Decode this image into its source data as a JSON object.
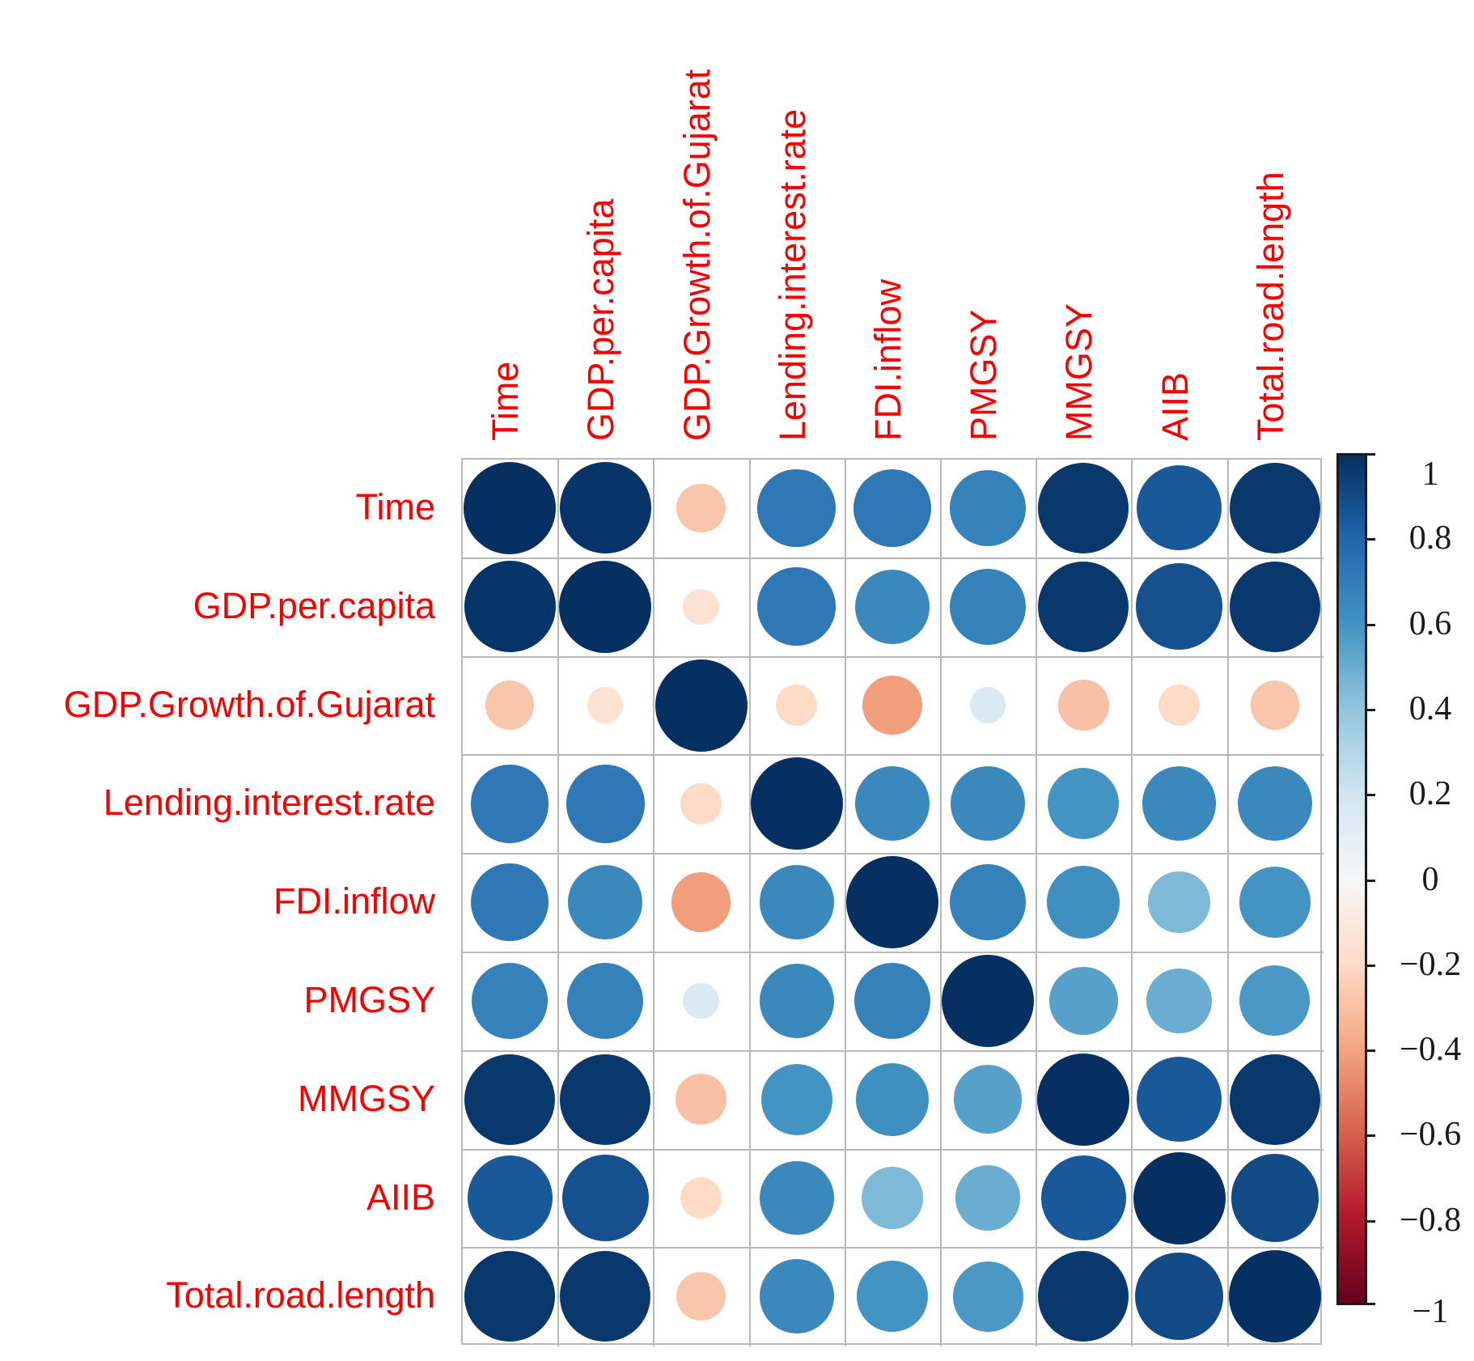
{
  "chart_data": {
    "type": "heatmap",
    "subtype": "correlation-bubble-matrix",
    "title": "",
    "variables": [
      "Time",
      "GDP.per.capita",
      "GDP.Growth.of.Gujarat",
      "Lending.interest.rate",
      "FDI.inflow",
      "PMGSY",
      "MMGSY",
      "AIIB",
      "Total.road.length"
    ],
    "matrix": [
      [
        1.0,
        0.98,
        -0.28,
        0.72,
        0.72,
        0.68,
        0.97,
        0.85,
        0.97
      ],
      [
        0.98,
        1.0,
        -0.15,
        0.72,
        0.65,
        0.68,
        0.97,
        0.88,
        0.97
      ],
      [
        -0.28,
        -0.15,
        1.0,
        -0.2,
        -0.42,
        0.15,
        -0.3,
        -0.2,
        -0.28
      ],
      [
        0.72,
        0.72,
        -0.2,
        1.0,
        0.65,
        0.65,
        0.6,
        0.65,
        0.65
      ],
      [
        0.72,
        0.65,
        -0.42,
        0.65,
        1.0,
        0.68,
        0.62,
        0.45,
        0.6
      ],
      [
        0.68,
        0.68,
        0.15,
        0.65,
        0.68,
        1.0,
        0.55,
        0.5,
        0.58
      ],
      [
        0.97,
        0.97,
        -0.3,
        0.6,
        0.62,
        0.55,
        1.0,
        0.85,
        0.97
      ],
      [
        0.85,
        0.88,
        -0.2,
        0.65,
        0.45,
        0.5,
        0.85,
        1.0,
        0.9
      ],
      [
        0.97,
        0.97,
        -0.28,
        0.65,
        0.6,
        0.58,
        0.97,
        0.9,
        1.0
      ]
    ],
    "colorbar": {
      "position": "right",
      "min": -1,
      "max": 1,
      "tick_values": [
        1,
        0.8,
        0.6,
        0.4,
        0.2,
        0,
        -0.2,
        -0.4,
        -0.6,
        -0.8,
        -1
      ],
      "tick_labels": [
        "1",
        "0.8",
        "0.6",
        "0.4",
        "0.2",
        "0",
        "−0.2",
        "−0.4",
        "−0.6",
        "−0.8",
        "−1"
      ]
    },
    "palette": {
      "name": "RdBu",
      "stops": [
        [
          -1.0,
          "#67001F"
        ],
        [
          -0.8,
          "#B2182B"
        ],
        [
          -0.6,
          "#D6604D"
        ],
        [
          -0.4,
          "#F4A582"
        ],
        [
          -0.2,
          "#FDDBC7"
        ],
        [
          0.0,
          "#F7F7F7"
        ],
        [
          0.2,
          "#D1E5F0"
        ],
        [
          0.4,
          "#92C5DE"
        ],
        [
          0.6,
          "#4393C3"
        ],
        [
          0.8,
          "#2166AC"
        ],
        [
          1.0,
          "#053061"
        ]
      ]
    },
    "colors": {
      "label_text": "#f70000",
      "grid_line": "#b8b8b8",
      "tick_text": "#1a1a1a",
      "colorbar_border": "#1a1a1a",
      "background": "#ffffff"
    }
  }
}
